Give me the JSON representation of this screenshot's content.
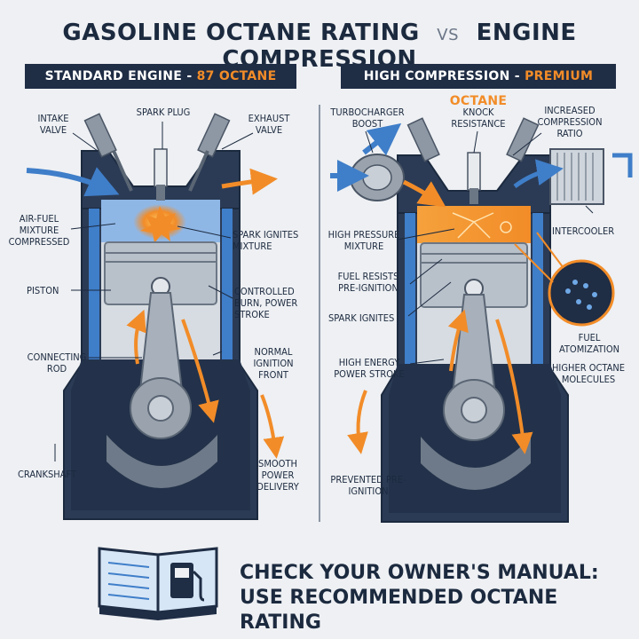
{
  "header": {
    "title_left": "GASOLINE OCTANE RATING",
    "vs": "VS",
    "title_right": "ENGINE COMPRESSION"
  },
  "left_panel": {
    "banner_main": "STANDARD ENGINE - ",
    "banner_accent": "87 OCTANE",
    "labels": {
      "intake_valve": "INTAKE VALVE",
      "spark_plug": "SPARK PLUG",
      "exhaust_valve": "EXHAUST VALVE",
      "air_fuel": "AIR-FUEL MIXTURE COMPRESSED",
      "spark_ignites": "SPARK IGNITES MIXTURE",
      "piston": "PISTON",
      "controlled_burn": "CONTROLLED BURN, POWER STROKE",
      "connecting_rod": "CONNECTING ROD",
      "normal_ignition": "NORMAL IGNITION FRONT",
      "crankshaft": "CRANKSHAFT",
      "smooth_power": "SMOOTH POWER DELIVERY"
    }
  },
  "right_panel": {
    "banner_main": "HIGH COMPRESSION - ",
    "banner_accent": "PREMIUM OCTANE",
    "labels": {
      "turbo": "TURBOCHARGER BOOST",
      "knock": "KNOCK RESISTANCE",
      "increased_compression": "INCREASED COMPRESSION RATIO",
      "intercooler": "INTERCOOLER",
      "high_pressure": "HIGH PRESSURE MIXTURE",
      "fuel_resists": "FUEL RESISTS PRE-IGNITION",
      "spark_ignites": "SPARK IGNITES",
      "fuel_atomization": "FUEL ATOMIZATION",
      "high_energy": "HIGH ENERGY POWER STROKE",
      "higher_octane": "HIGHER OCTANE MOLECULES",
      "prevented": "PREVENTED PRE-IGNITION"
    }
  },
  "footer": {
    "line1": "CHECK YOUR OWNER'S MANUAL:",
    "line2": "USE RECOMMENDED OCTANE RATING"
  },
  "colors": {
    "navy": "#1f2d45",
    "accent_orange": "#f28c28",
    "blue": "#3f7ec9",
    "steel": "#9aa3ad"
  },
  "icons": [
    "owners-manual-book-icon",
    "fuel-pump-icon"
  ]
}
